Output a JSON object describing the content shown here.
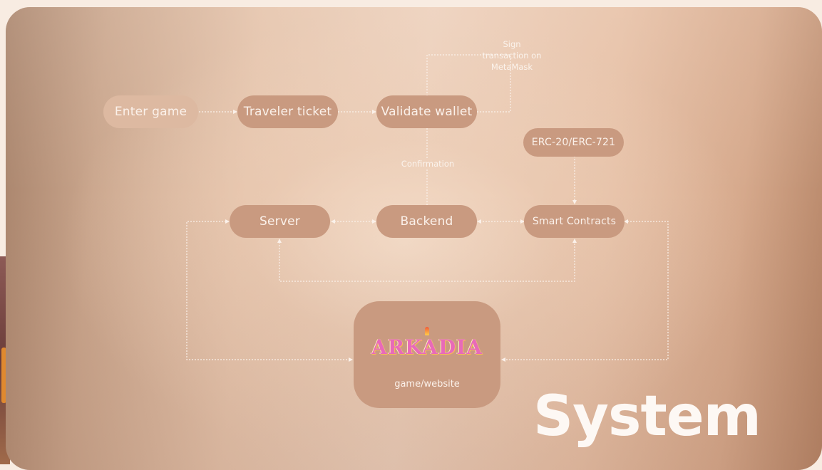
{
  "nodes": {
    "enter_game": "Enter game",
    "traveler_ticket": "Traveler ticket",
    "validate_wallet": "Validate wallet",
    "erc": "ERC-20/ERC-721",
    "server": "Server",
    "backend": "Backend",
    "smart_contracts": "Smart Contracts"
  },
  "edge_labels": {
    "sign_line1": "Sign",
    "sign_line2": "transaction on",
    "sign_line3": "MetaMask",
    "confirmation": "Confirmation"
  },
  "game": {
    "logo_text": "ARKADIA",
    "label": "game/website"
  },
  "title": "System",
  "colors": {
    "node": "#c99a80",
    "node_light": "#ddb9a1",
    "connector": "#fbf1ea",
    "logo_pink": "#e86ab9"
  }
}
